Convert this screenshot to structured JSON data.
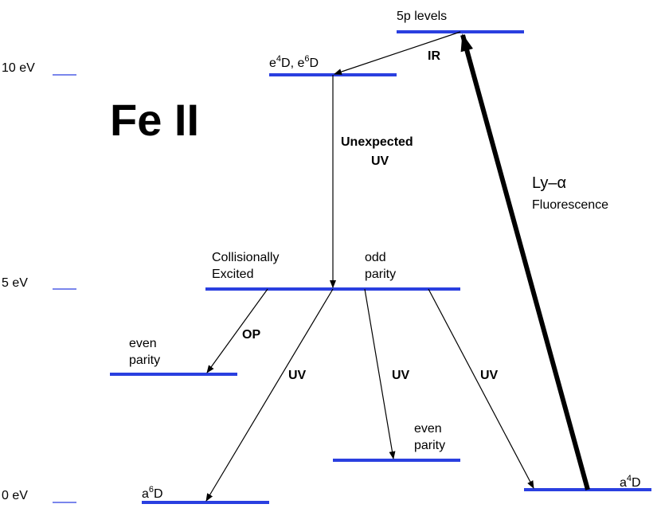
{
  "title": "Fe II",
  "energy_axis": [
    {
      "label": "10 eV"
    },
    {
      "label": "5 eV"
    },
    {
      "label": "0 eV"
    }
  ],
  "levels": {
    "p5": "5p levels",
    "e4d": {
      "base1": "e",
      "sup1": "4",
      "mid": "D, e",
      "sup2": "6",
      "end": "D"
    },
    "collisional": {
      "line1": "Collisionally",
      "line2": "Excited"
    },
    "odd": {
      "line1": "odd",
      "line2": "parity"
    },
    "even_left": {
      "line1": "even",
      "line2": "parity"
    },
    "even_right": {
      "line1": "even",
      "line2": "parity"
    },
    "a6d": {
      "base": "a",
      "sup": "6",
      "end": "D"
    },
    "a4d": {
      "base": "a",
      "sup": "4",
      "end": "D"
    }
  },
  "transitions": {
    "ir": "IR",
    "unexpected": {
      "line1": "Unexpected",
      "line2": "UV"
    },
    "op": "OP",
    "uv": "UV"
  },
  "lya": {
    "name": "Ly–α",
    "sub": "Fluorescence"
  },
  "colors": {
    "level": "#2a3fe0",
    "arrow": "#000000"
  }
}
